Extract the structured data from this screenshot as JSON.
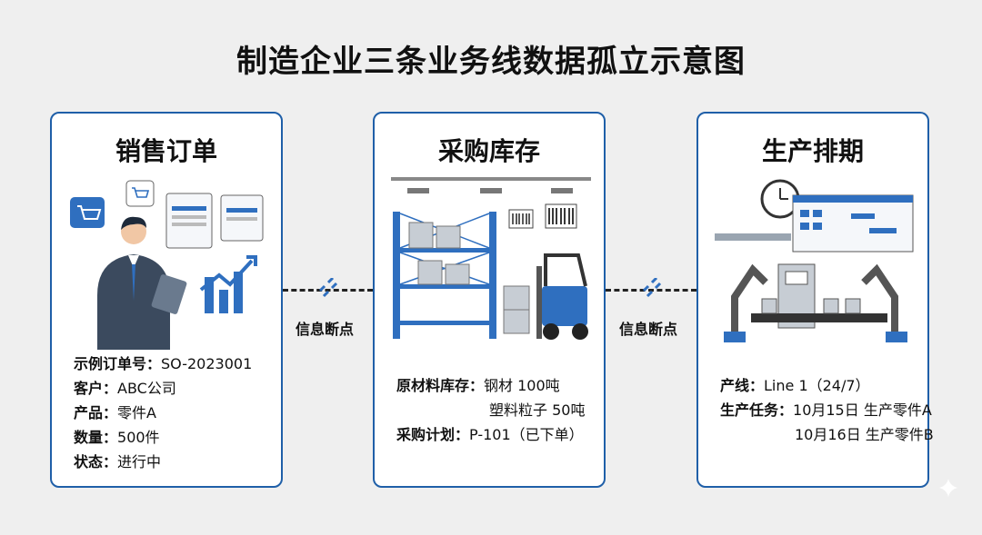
{
  "title": "制造企业三条业务线数据孤立示意图",
  "break_label": "信息断点",
  "panels": {
    "sales": {
      "title": "销售订单",
      "rows": [
        {
          "key": "示例订单号：",
          "value": "SO-2023001"
        },
        {
          "key": "客户：",
          "value": "ABC公司"
        },
        {
          "key": "产品：",
          "value": "零件A"
        },
        {
          "key": "数量：",
          "value": "500件"
        },
        {
          "key": "状态：",
          "value": "进行中"
        }
      ]
    },
    "purchase": {
      "title": "采购库存",
      "inventory_key": "原材料库存：",
      "inventory_values": [
        "钢材 100吨",
        "塑料粒子 50吨"
      ],
      "plan_key": "采购计划：",
      "plan_value": "P-101（已下单）"
    },
    "production": {
      "title": "生产排期",
      "line_key": "产线：",
      "line_value": "Line 1（24/7）",
      "task_key": "生产任务：",
      "task_values": [
        "10月15日 生产零件A",
        "10月16日 生产零件B"
      ]
    }
  },
  "colors": {
    "border": "#1f5fa8",
    "accent_blue": "#2f6fbf",
    "dark": "#222222"
  }
}
